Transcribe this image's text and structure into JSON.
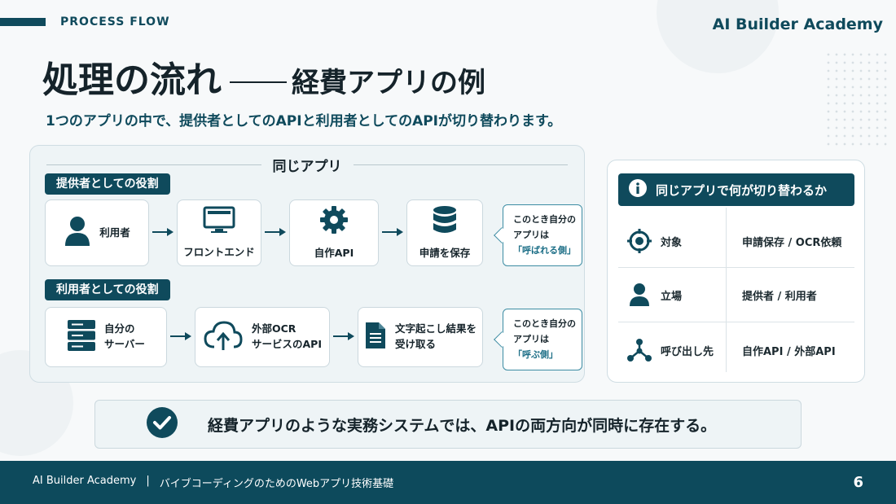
{
  "header": {
    "section_label": "PROCESS FLOW",
    "brand": "AI Builder Academy",
    "title_main": "処理の流れ",
    "title_sub": "経費アプリの例",
    "subtitle": "1つのアプリの中で、提供者としてのAPIと利用者としてのAPIが切り替わります。"
  },
  "flow": {
    "heading": "同じアプリ",
    "provider": {
      "tag": "提供者としての役割",
      "nodes": [
        {
          "icon": "user-icon",
          "label": "利用者"
        },
        {
          "icon": "monitor-icon",
          "label": "フロントエンド"
        },
        {
          "icon": "gear-icon",
          "label": "自作API"
        },
        {
          "icon": "database-icon",
          "label": "申請を保存"
        }
      ],
      "note": {
        "line1": "このとき自分の",
        "line2": "アプリは",
        "line3": "「呼ばれる側」"
      }
    },
    "consumer": {
      "tag": "利用者としての役割",
      "nodes": [
        {
          "icon": "server-icon",
          "label_1": "自分の",
          "label_2": "サーバー"
        },
        {
          "icon": "cloud-upload-icon",
          "label_1": "外部OCR",
          "label_2": "サービスのAPI"
        },
        {
          "icon": "document-icon",
          "label_1": "文字起こし結果を",
          "label_2": "受け取る"
        }
      ],
      "note": {
        "line1": "このとき自分の",
        "line2": "アプリは",
        "line3": "「呼ぶ側」"
      }
    }
  },
  "comparison": {
    "title": "同じアプリで何が切り替わるか",
    "icon": "info-icon",
    "rows": [
      {
        "icon": "target-icon",
        "key": "対象",
        "value": "申請保存 / OCR依頼"
      },
      {
        "icon": "person-icon",
        "key": "立場",
        "value": "提供者 / 利用者"
      },
      {
        "icon": "network-icon",
        "key": "呼び出し先",
        "value": "自作API / 外部API"
      }
    ]
  },
  "conclusion": {
    "icon": "check-circle-icon",
    "text": "経費アプリのような実務システムでは、APIの両方向が同時に存在する。"
  },
  "footer": {
    "brand": "AI Builder Academy",
    "separator": "|",
    "course": "バイブコーディングのためのWebアプリ技術基礎",
    "page": "6"
  },
  "colors": {
    "primary": "#0f4a5c",
    "accent": "#1d6f87",
    "panel_bg": "#eef4f6"
  }
}
